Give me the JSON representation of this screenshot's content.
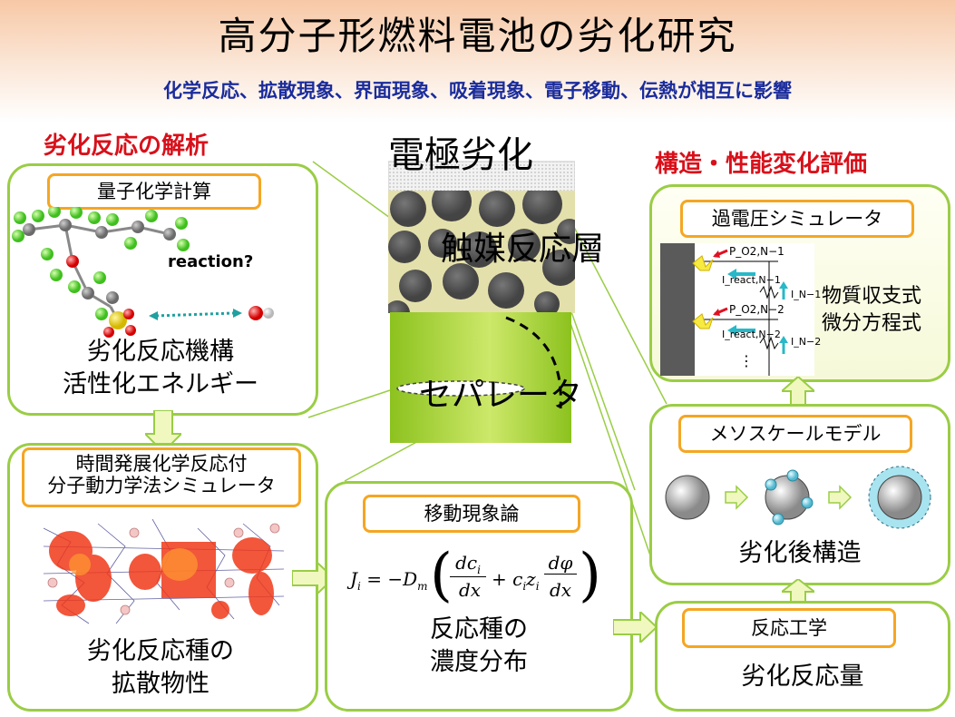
{
  "header": {
    "title": "高分子形燃料電池の劣化研究",
    "subtitle": "化学反応、拡散現象、界面現象、吸着現象、電子移動、伝熱が相互に影響"
  },
  "left": {
    "heading": "劣化反応の解析",
    "qc_label": "量子化学計算",
    "reaction_text": "reaction?",
    "qc_caption": [
      "劣化反応機構",
      "活性化エネルギー"
    ],
    "md_label": [
      "時間発展化学反応付",
      "分子動力学法シミュレータ"
    ],
    "md_caption": [
      "劣化反応種の",
      "拡散物性"
    ]
  },
  "center": {
    "electrode_label": "電極劣化",
    "catalyst_label": "触媒反応層",
    "separator_label": "セパレータ",
    "transport_label": "移動現象論",
    "equation": "J_i = −D_m ( dc_i/dx + c_i z_i dφ/dx )",
    "transport_caption": [
      "反応種の",
      "濃度分布"
    ]
  },
  "right": {
    "heading": "構造・性能変化評価",
    "overvoltage_label": "過電圧シミュレータ",
    "circuit_labels": [
      "P_O2,N−1",
      "I_react,N−1",
      "I_N−1",
      "P_O2,N−2",
      "I_react,N−2",
      "I_N−2",
      "⋮"
    ],
    "balance_caption": [
      "物質収支式",
      "微分方程式"
    ],
    "mesoscale_label": "メソスケールモデル",
    "mesoscale_caption": "劣化後構造",
    "reaction_eng_label": "反応工学",
    "reaction_eng_caption": "劣化反応量"
  },
  "colors": {
    "panel_border": "#9acd45",
    "label_border": "#f5a623",
    "heading_red": "#d8101a",
    "subtitle_blue": "#1a2c9c",
    "separator_green": "#9ccc2c"
  }
}
